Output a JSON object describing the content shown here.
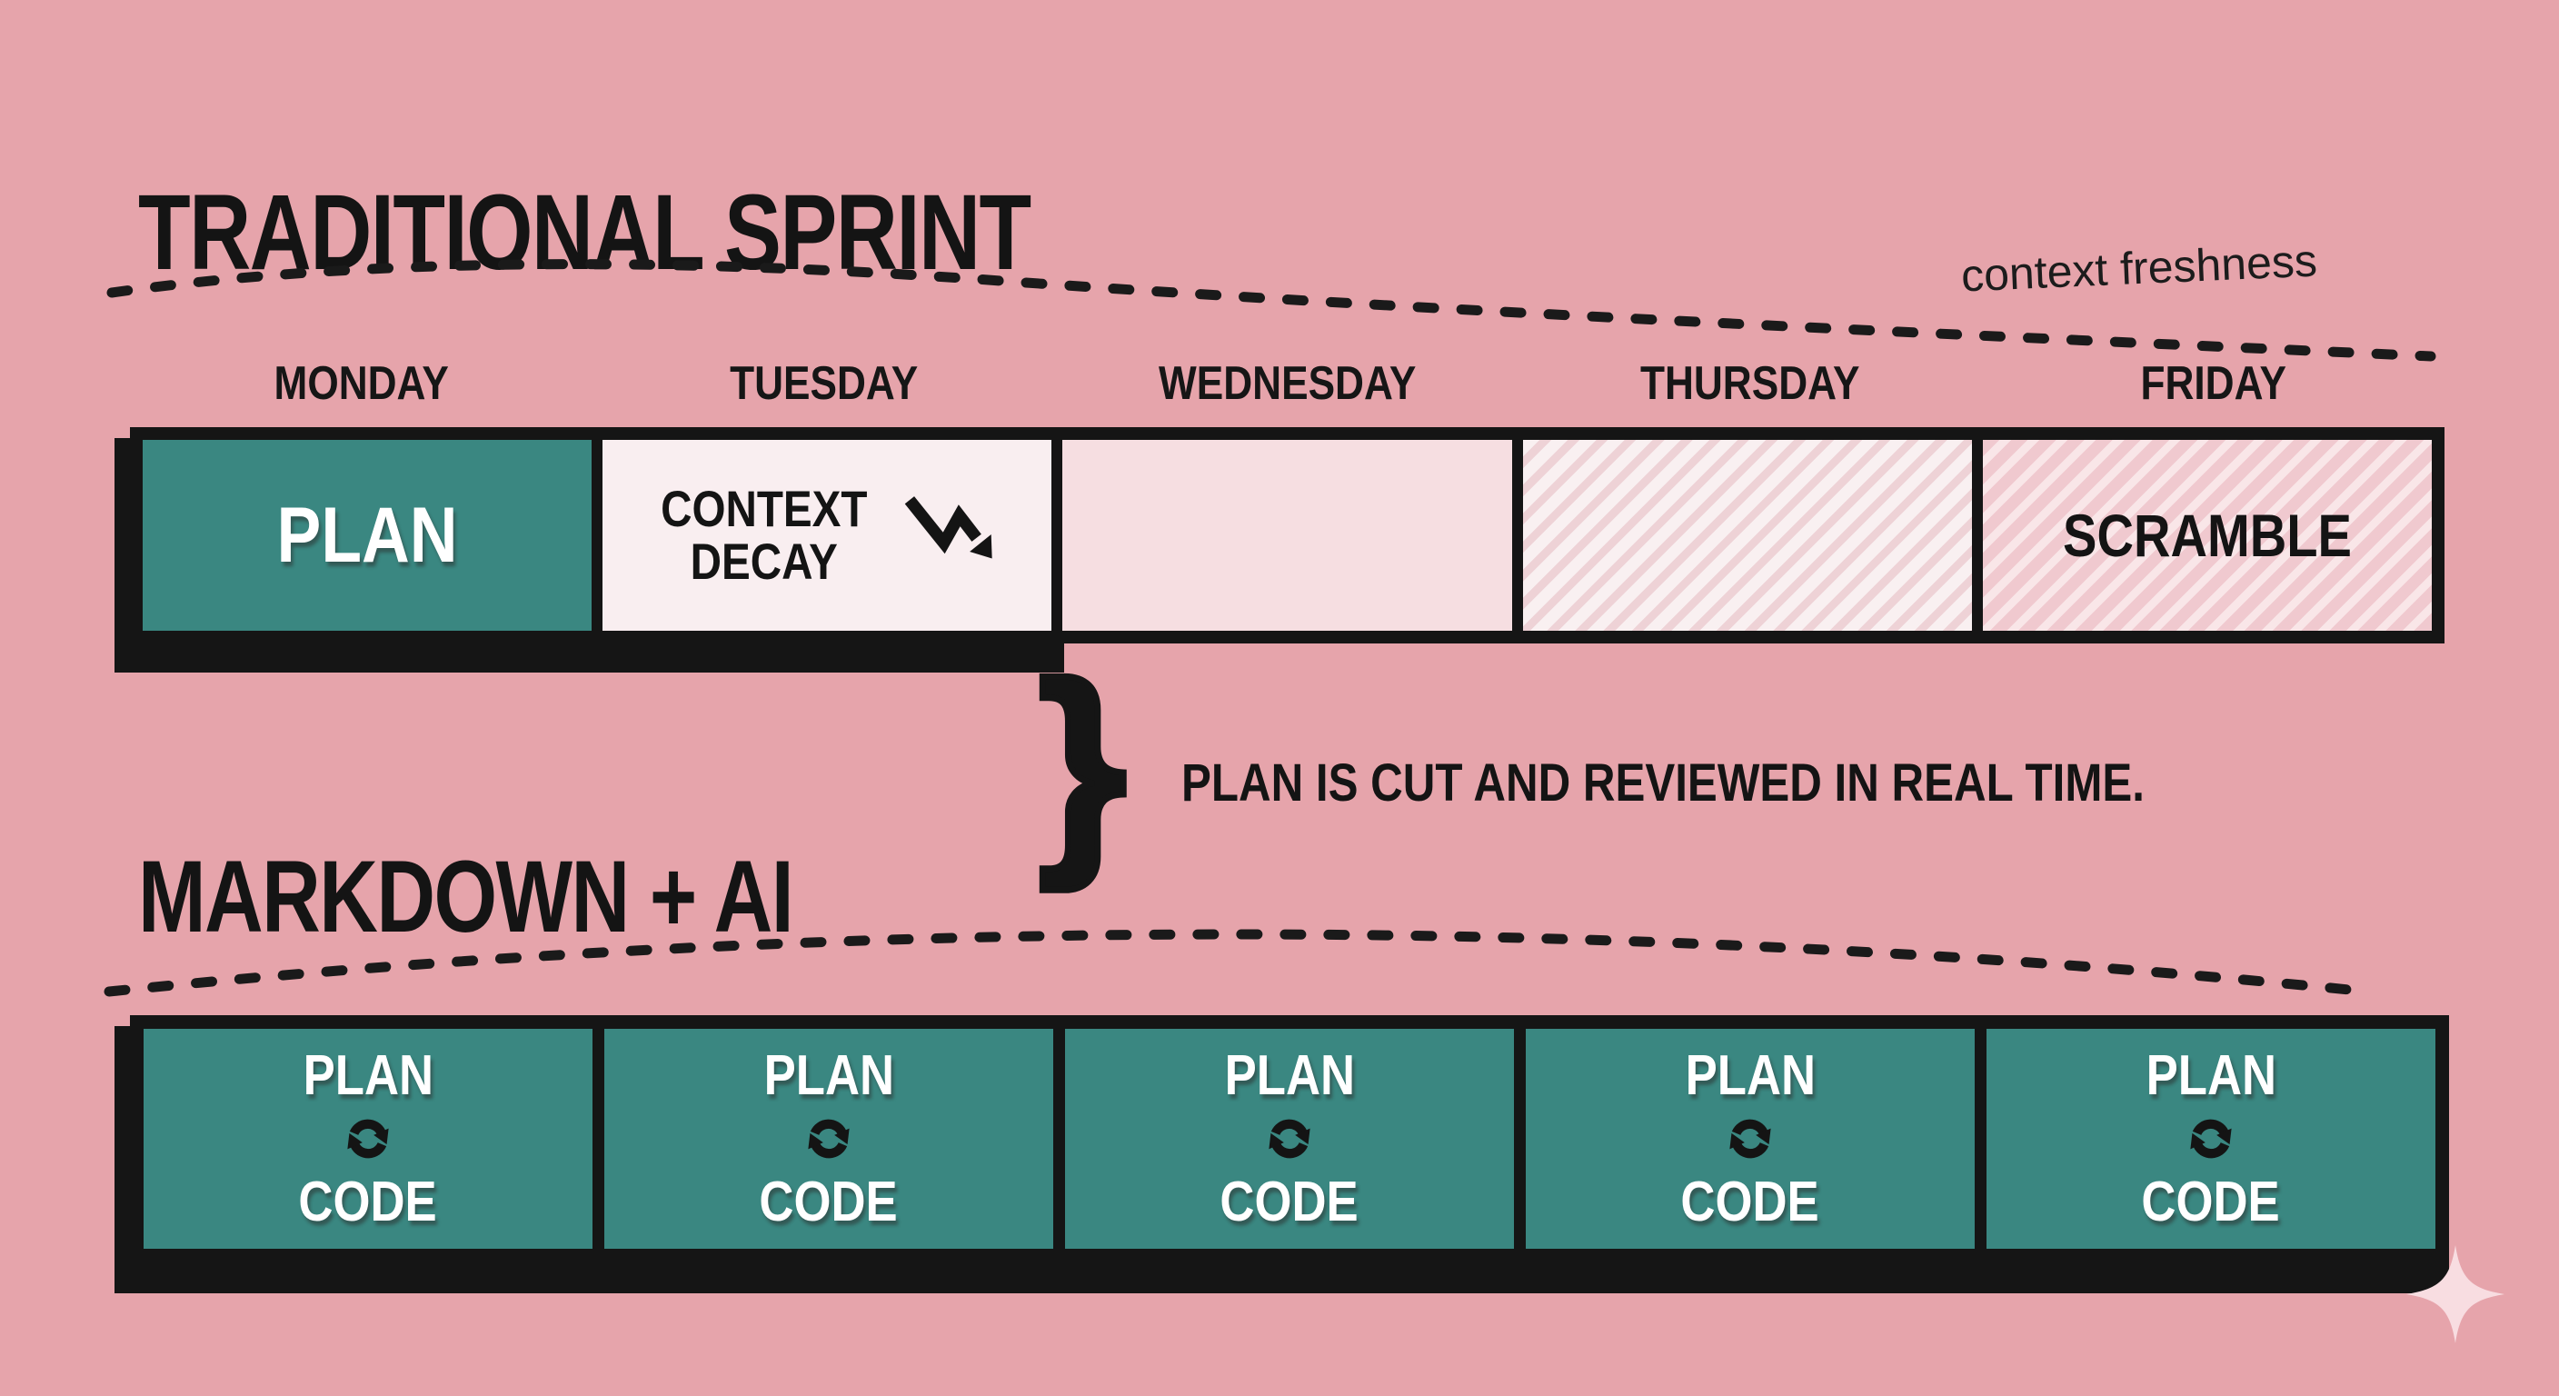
{
  "colors": {
    "background": "#e6a4ab",
    "teal": "#3a8781",
    "black": "#151515",
    "white_text": "#ffffff",
    "tuesday_box": "#f9eef0",
    "wednesday_box": "#f6dee1",
    "thursday_stripe_light": "#f9f0f1",
    "thursday_stripe_pink": "#eed2d6",
    "friday_stripe_pink": "#f0c9cf",
    "friday_stripe_light": "#f9e6e8",
    "sparkle": "#f8dde1"
  },
  "traditional": {
    "title": "TRADITIONAL SPRINT",
    "freshness_label": "context freshness",
    "days": [
      "MONDAY",
      "TUESDAY",
      "WEDNESDAY",
      "THURSDAY",
      "FRIDAY"
    ],
    "cells": [
      {
        "label": "PLAN",
        "variant": "teal"
      },
      {
        "label": "CONTEXT DECAY",
        "label_lines": [
          "CONTEXT",
          "DECAY"
        ],
        "variant": "light",
        "icon": "decay-arrow"
      },
      {
        "label": "",
        "variant": "pink"
      },
      {
        "label": "",
        "variant": "striped-light"
      },
      {
        "label": "SCRAMBLE",
        "variant": "striped-dark"
      }
    ]
  },
  "markdown_ai": {
    "title": "MARKDOWN + AI",
    "brace": "}",
    "callout": "PLAN IS CUT AND REVIEWED IN REAL TIME.",
    "cells": [
      {
        "top": "PLAN",
        "bottom": "CODE",
        "icon": "sync"
      },
      {
        "top": "PLAN",
        "bottom": "CODE",
        "icon": "sync"
      },
      {
        "top": "PLAN",
        "bottom": "CODE",
        "icon": "sync"
      },
      {
        "top": "PLAN",
        "bottom": "CODE",
        "icon": "sync"
      },
      {
        "top": "PLAN",
        "bottom": "CODE",
        "icon": "sync"
      }
    ]
  },
  "decor": {
    "sparkle": "four-point-sparkle"
  }
}
